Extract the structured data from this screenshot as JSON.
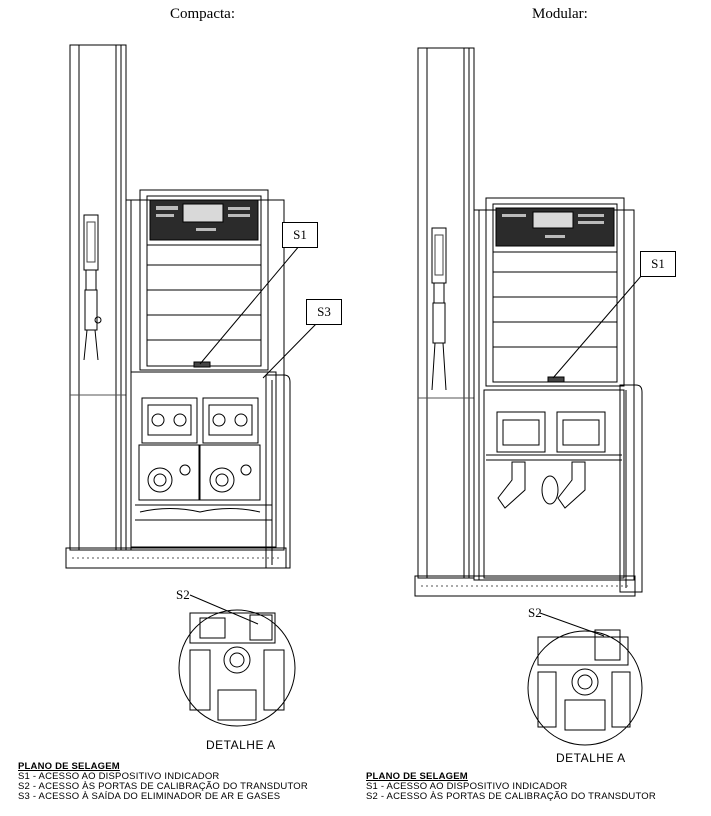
{
  "panels": {
    "left": {
      "title": "Compacta:",
      "callouts": [
        "S1",
        "S3"
      ],
      "detail_label": "S2",
      "detail_caption": "DETALHE A",
      "legend_title": "PLANO DE SELAGEM",
      "legend_items": [
        "S1 - ACESSO AO DISPOSITIVO INDICADOR",
        "S2 - ACESSO ÀS PORTAS DE CALIBRAÇÃO DO TRANSDUTOR",
        "S3 - ACESSO À SAÍDA DO ELIMINADOR DE AR E GASES"
      ]
    },
    "right": {
      "title": "Modular:",
      "callouts": [
        "S1"
      ],
      "detail_label": "S2",
      "detail_caption": "DETALHE A",
      "legend_title": "PLANO DE SELAGEM",
      "legend_items": [
        "S1 - ACESSO AO DISPOSITIVO INDICADOR",
        "S2 - ACESSO ÀS PORTAS DE CALIBRAÇÃO DO TRANSDUTOR"
      ]
    }
  }
}
